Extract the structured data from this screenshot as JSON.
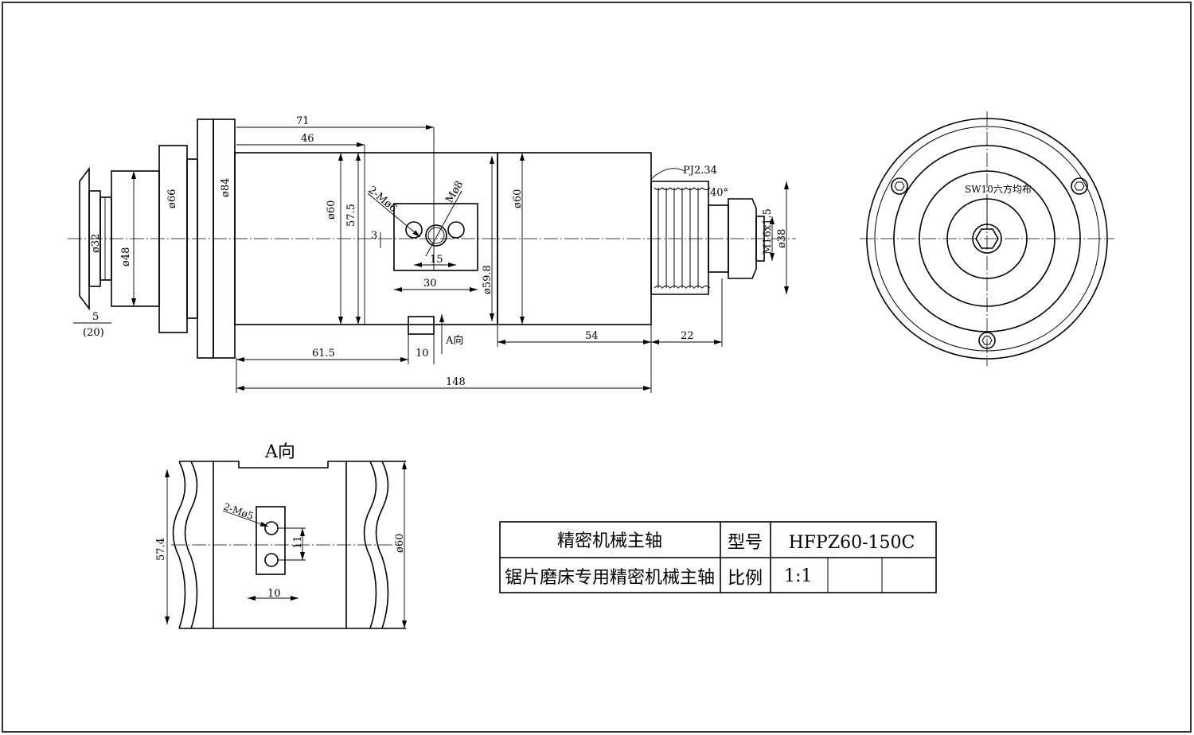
{
  "main_view": {
    "dims": {
      "d71": "71",
      "d46": "46",
      "d61_5": "61.5",
      "d10": "10",
      "d148": "148",
      "d54": "54",
      "d22": "22",
      "d5": "5",
      "d20": "(20)",
      "dia32": "ø32",
      "dia48": "ø48",
      "dia66": "ø66",
      "dia84": "ø84",
      "dia60a": "ø60",
      "h57_5": "57.5",
      "dia60b": "ø60",
      "dia59_8": "ø59.8",
      "m6": "2-Mø6",
      "m8": "Mø8",
      "d3": "3",
      "d15": "15",
      "d30": "30",
      "pj": "PJ2.34",
      "ang": "40°",
      "m16": "M16x1.5",
      "dia38": "ø38",
      "a_dir": "A向"
    }
  },
  "end_view": {
    "hex_label": "SW10六方均布"
  },
  "a_view": {
    "title": "A向",
    "dims": {
      "m5": "2-Mø5",
      "d11": "11",
      "d10": "10",
      "h57_4": "57.4",
      "dia60": "ø60"
    }
  },
  "title_block": {
    "name": "精密机械主轴",
    "model_label": "型号",
    "model": "HFPZ60-150C",
    "description": "锯片磨床专用精密机械主轴",
    "scale_label": "比例",
    "scale": "1:1"
  }
}
